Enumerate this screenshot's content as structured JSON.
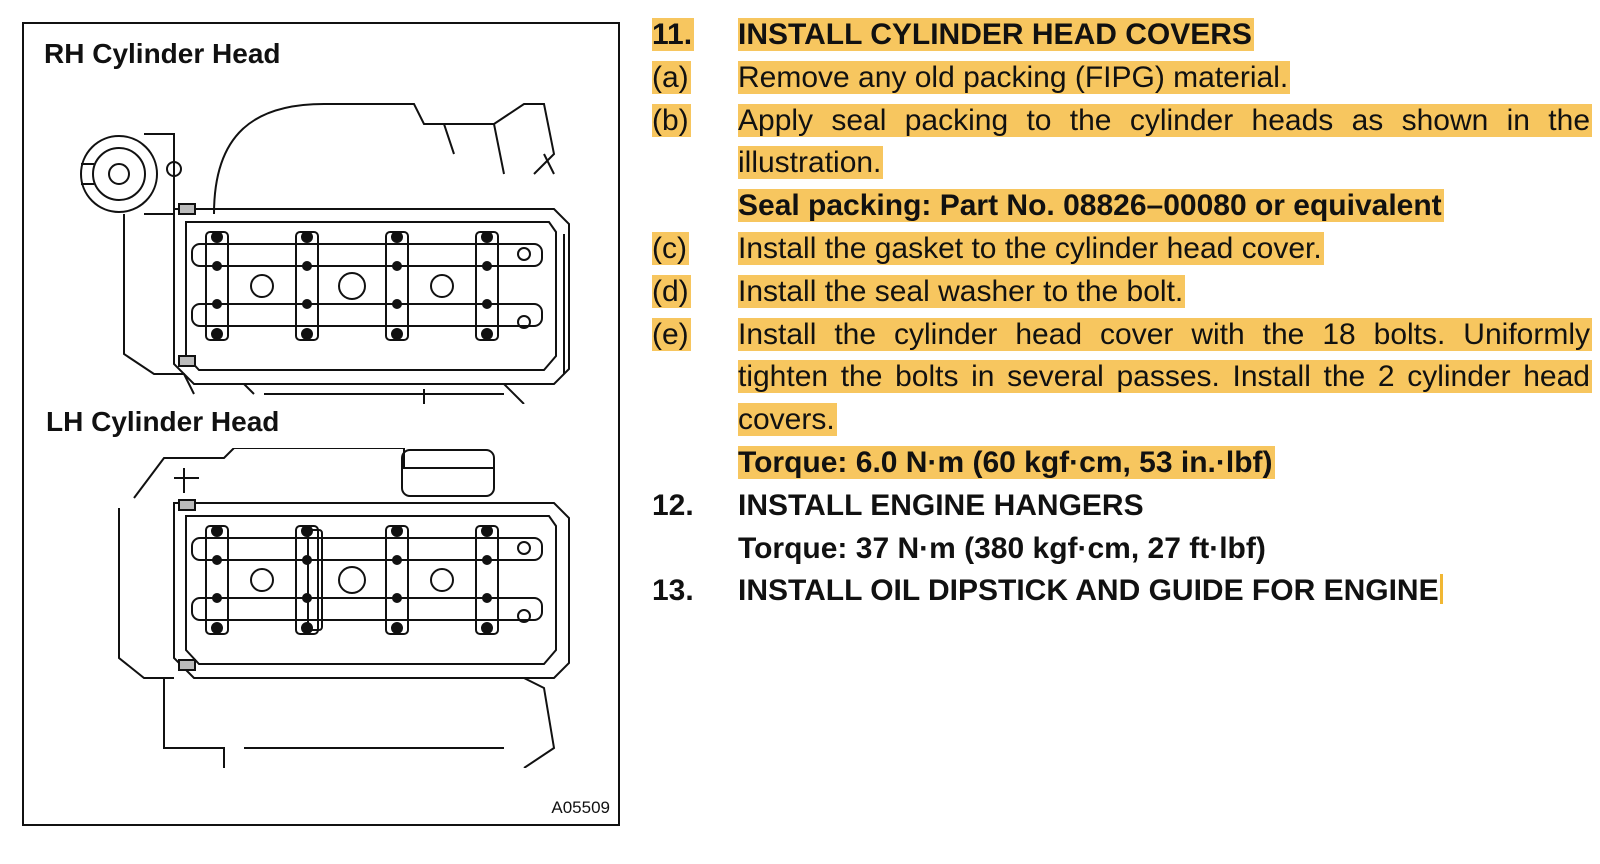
{
  "figure": {
    "rh_label": "RH Cylinder Head",
    "lh_label": "LH Cylinder Head",
    "code": "A05509"
  },
  "steps": {
    "s11": {
      "num": "11.",
      "title": "INSTALL CYLINDER HEAD COVERS"
    },
    "a": {
      "num": "(a)",
      "text": "Remove any old packing (FIPG) material."
    },
    "b": {
      "num": "(b)",
      "text": "Apply seal packing to the cylinder heads as shown in the illustration."
    },
    "seal": {
      "text": "Seal packing: Part No. 08826–00080 or equivalent"
    },
    "c": {
      "num": "(c)",
      "text": "Install the gasket to the cylinder head cover."
    },
    "d": {
      "num": "(d)",
      "text": "Install the seal washer to the bolt."
    },
    "e": {
      "num": "(e)",
      "text": "Install the cylinder head cover with the 18 bolts. Uniformly tighten the bolts in several passes. Install the 2 cylinder head covers."
    },
    "torque1": {
      "text": "Torque: 6.0 N·m (60 kgf·cm, 53 in.·lbf)"
    },
    "s12": {
      "num": "12.",
      "title": "INSTALL ENGINE HANGERS"
    },
    "torque2": {
      "text": "Torque: 37 N·m (380 kgf·cm, 27 ft·lbf)"
    },
    "s13": {
      "num": "13.",
      "title": "INSTALL OIL DIPSTICK AND GUIDE FOR ENGINE"
    }
  },
  "colors": {
    "highlight": "#f7c65f",
    "ink": "#111111"
  }
}
